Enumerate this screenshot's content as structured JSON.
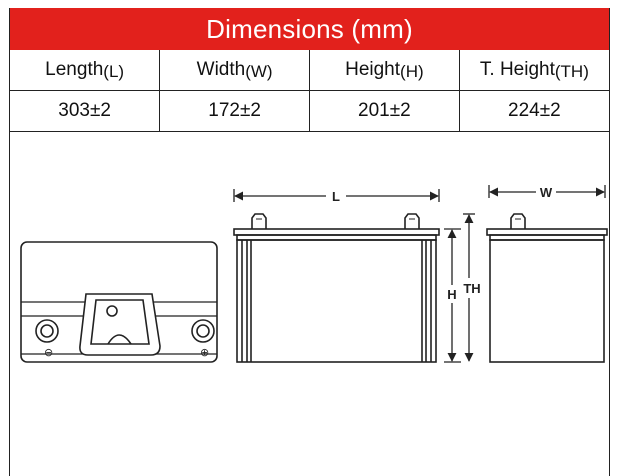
{
  "banner": {
    "title": "Dimensions (mm)"
  },
  "columns": [
    {
      "label": "Length",
      "unit": "(L)",
      "value": "303±2"
    },
    {
      "label": "Width",
      "unit": "(W)",
      "value": "172±2"
    },
    {
      "label": "Height",
      "unit": "(H)",
      "value": "201±2"
    },
    {
      "label": "T. Height",
      "unit": "(TH)",
      "value": "224±2"
    }
  ],
  "drawing": {
    "length_marker": "L",
    "width_marker": "W",
    "height_marker": "H",
    "total_height_marker": "TH",
    "negative_terminal": "⊖",
    "positive_terminal": "⊕",
    "line_color": "#222222"
  }
}
